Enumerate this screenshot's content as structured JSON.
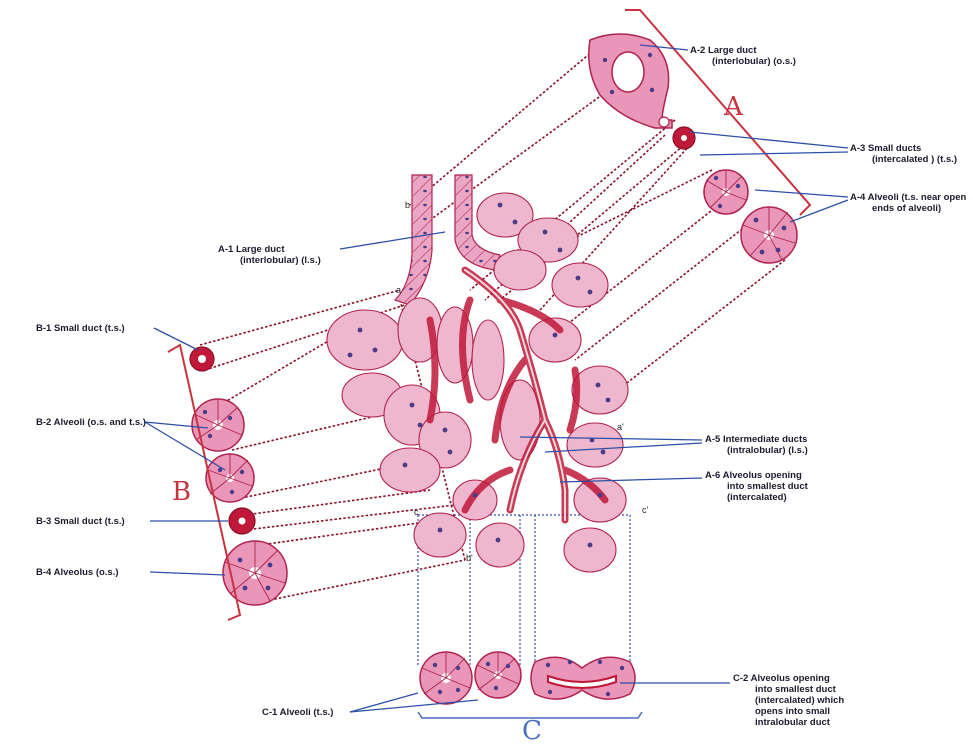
{
  "colors": {
    "cell_fill": "#e89ab8",
    "cell_fill_light": "#f2c8d8",
    "cell_edge": "#b0234d",
    "duct_red": "#c01838",
    "nucleus": "#4a3a8a",
    "leader_line": "#2c4fa8",
    "projection_line": "#8a1028",
    "bracket_red": "#c8333f",
    "bracket_blue": "#4a6fc0"
  },
  "groups": {
    "A": "A",
    "B": "B",
    "C": "C"
  },
  "labels": {
    "a2": [
      "A-2  Large duct",
      "(interlobular) (o.s.)"
    ],
    "a3": [
      "A-3  Small ducts",
      "(intercalated ) (t.s.)"
    ],
    "a4": [
      "A-4  Alveoli (t.s. near open",
      "ends of alveoli)"
    ],
    "a1": [
      "A-1  Large duct",
      "(interlobular) (l.s.)"
    ],
    "a5": [
      "A-5  Intermediate ducts",
      "(intralobular) (l.s.)"
    ],
    "a6": [
      "A-6  Alveolus opening",
      "into smallest duct",
      "(intercalated)"
    ],
    "b1": [
      "B-1  Small duct (t.s.)"
    ],
    "b2": [
      "B-2  Alveoli (o.s. and t.s.)"
    ],
    "b3": [
      "B-3  Small duct (t.s.)"
    ],
    "b4": [
      "B-4  Alveolus (o.s.)"
    ],
    "c1": [
      "C-1  Alveoli (t.s.)"
    ],
    "c2": [
      "C-2  Alveolus opening",
      "into smallest duct",
      "(intercalated) which",
      "opens into small",
      "intralobular duct"
    ]
  },
  "markers": {
    "a": "a",
    "a_prime": "a'",
    "b": "b",
    "b_prime": "b'",
    "c": "c",
    "c_prime": "c'"
  }
}
